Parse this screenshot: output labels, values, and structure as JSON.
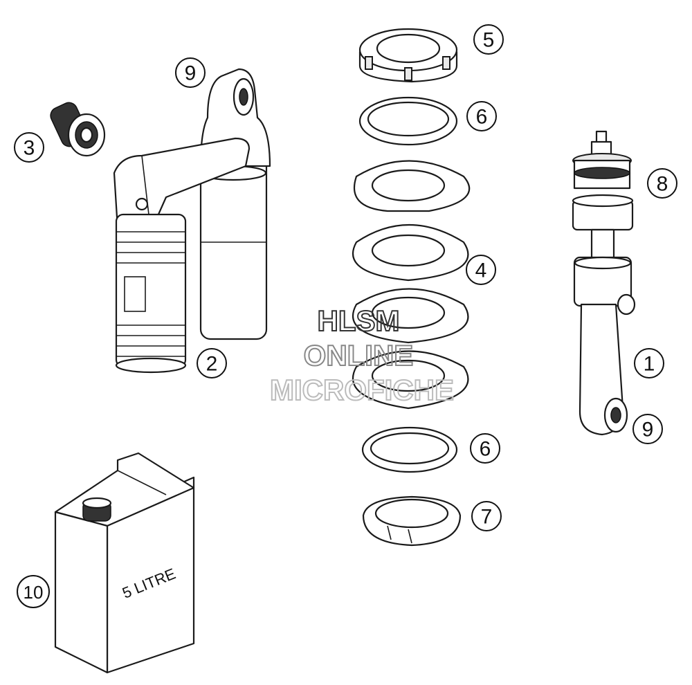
{
  "callouts": [
    {
      "id": "c1",
      "label": "1"
    },
    {
      "id": "c2",
      "label": "2"
    },
    {
      "id": "c3",
      "label": "3"
    },
    {
      "id": "c4",
      "label": "4"
    },
    {
      "id": "c5",
      "label": "5"
    },
    {
      "id": "c6a",
      "label": "6"
    },
    {
      "id": "c6b",
      "label": "6"
    },
    {
      "id": "c7",
      "label": "7"
    },
    {
      "id": "c8",
      "label": "8"
    },
    {
      "id": "c9a",
      "label": "9"
    },
    {
      "id": "c9b",
      "label": "9"
    },
    {
      "id": "c10",
      "label": "10"
    }
  ],
  "container_label": "5 LITRE",
  "watermark": {
    "line1": "HLSM",
    "line2": "ONLINE",
    "line3": "MICROFICHE"
  }
}
